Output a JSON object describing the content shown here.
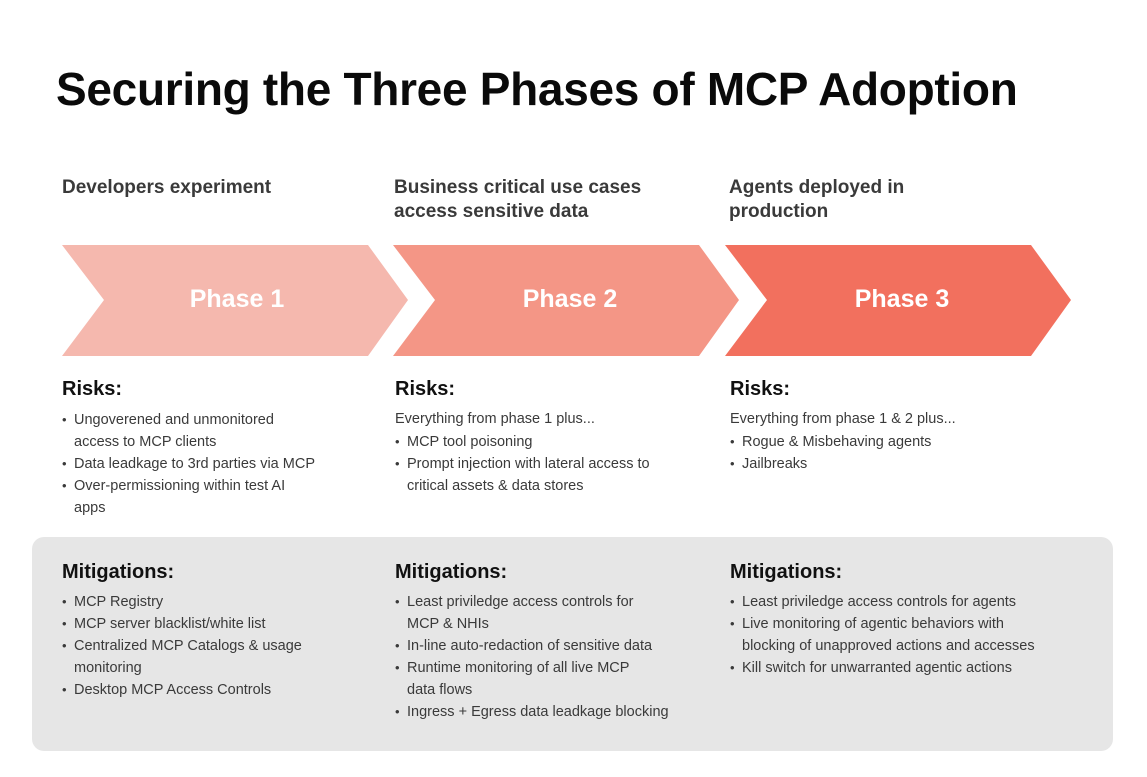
{
  "title": "Securing the Three Phases of MCP Adoption",
  "labels": {
    "risks": "Risks:",
    "mitigations": "Mitigations:"
  },
  "colors": {
    "phase1": "#f5b8ae",
    "phase2": "#f49686",
    "phase3": "#f2705e",
    "panel": "#e6e6e6"
  },
  "phases": [
    {
      "heading_lines": [
        "Developers experiment"
      ],
      "label": "Phase 1",
      "risks_intro": "",
      "risks": [
        [
          "Ungoverened and unmonitored",
          "access to MCP clients"
        ],
        [
          "Data leadkage to 3rd parties via MCP"
        ],
        [
          "Over-permissioning within test AI",
          "apps"
        ]
      ],
      "mitigations": [
        [
          "MCP Registry"
        ],
        [
          "MCP server blacklist/white list"
        ],
        [
          "Centralized MCP Catalogs & usage",
          "monitoring"
        ],
        [
          "Desktop MCP Access Controls"
        ]
      ]
    },
    {
      "heading_lines": [
        "Business critical use cases",
        "access sensitive data"
      ],
      "label": "Phase 2",
      "risks_intro": "Everything from phase 1 plus...",
      "risks": [
        [
          "MCP tool poisoning"
        ],
        [
          "Prompt injection with lateral access to",
          "critical assets & data stores"
        ]
      ],
      "mitigations": [
        [
          "Least priviledge access controls for",
          "MCP & NHIs"
        ],
        [
          "In-line auto-redaction of sensitive data"
        ],
        [
          "Runtime monitoring of all live MCP",
          "data flows"
        ],
        [
          "Ingress + Egress data leadkage blocking"
        ]
      ]
    },
    {
      "heading_lines": [
        "Agents deployed in",
        "production"
      ],
      "label": "Phase 3",
      "risks_intro": "Everything from phase 1 & 2 plus...",
      "risks": [
        [
          "Rogue & Misbehaving agents"
        ],
        [
          "Jailbreaks"
        ]
      ],
      "mitigations": [
        [
          "Least priviledge access controls for agents"
        ],
        [
          "Live monitoring of agentic behaviors with",
          "blocking of unapproved actions and accesses"
        ],
        [
          "Kill switch for unwarranted agentic actions"
        ]
      ]
    }
  ]
}
